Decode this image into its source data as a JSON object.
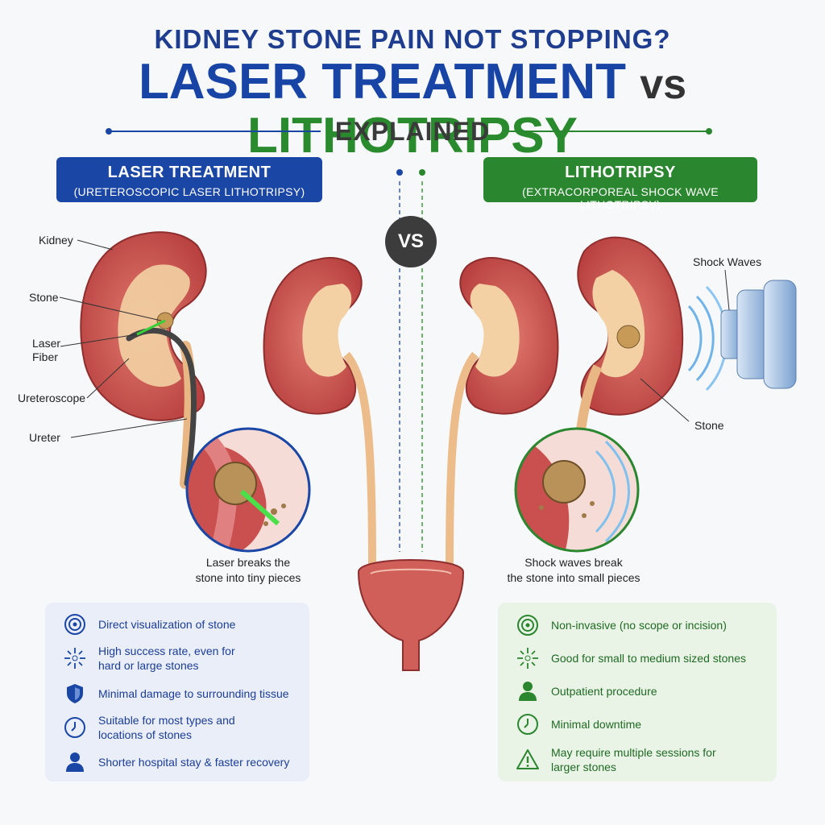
{
  "header": {
    "subtitle": "KIDNEY STONE PAIN NOT STOPPING?",
    "title_left": "LASER TREATMENT",
    "title_vs": "vs",
    "title_right": "LITHOTRIPSY",
    "explained": "EXPLAINED"
  },
  "colors": {
    "laser": "#1a46a6",
    "lithotripsy": "#2a862f",
    "kidney": "#c9504e",
    "pelvis": "#f0c89a"
  },
  "left": {
    "banner_title": "LASER TREATMENT",
    "banner_subtitle": "(URETEROSCOPIC LASER LITHOTRIPSY)",
    "labels": {
      "kidney": "Kidney",
      "stone": "Stone",
      "laser_fiber_1": "Laser",
      "laser_fiber_2": "Fiber",
      "ureteroscope": "Ureteroscope",
      "ureter": "Ureter"
    },
    "caption_1": "Laser breaks the",
    "caption_2": "stone into tiny pieces",
    "benefits": [
      {
        "icon": "target-icon",
        "line1": "Direct visualization of stone",
        "line2": ""
      },
      {
        "icon": "burst-icon",
        "line1": "High success rate, even for",
        "line2": "hard or large stones"
      },
      {
        "icon": "shield-icon",
        "line1": "Minimal damage to surrounding tissue",
        "line2": ""
      },
      {
        "icon": "clock-icon",
        "line1": "Suitable for most types and",
        "line2": "locations of stones"
      },
      {
        "icon": "person-icon",
        "line1": "Shorter hospital stay & faster recovery",
        "line2": ""
      }
    ]
  },
  "vs_badge": "VS",
  "right": {
    "banner_title": "LITHOTRIPSY",
    "banner_subtitle": "(EXTRACORPOREAL SHOCK WAVE LITHOTRIPSY)",
    "labels": {
      "shock_waves": "Shock Waves",
      "stone": "Stone"
    },
    "caption_1": "Shock waves break",
    "caption_2": "the stone into small pieces",
    "benefits": [
      {
        "icon": "target-icon",
        "line1": "Non-invasive (no scope or incision)",
        "line2": ""
      },
      {
        "icon": "burst-icon",
        "line1": "Good for small to medium sized stones",
        "line2": ""
      },
      {
        "icon": "people-icon",
        "line1": "Outpatient procedure",
        "line2": ""
      },
      {
        "icon": "clock-icon",
        "line1": "Minimal downtime",
        "line2": ""
      },
      {
        "icon": "warning-icon",
        "line1": "May require multiple sessions for",
        "line2": "larger stones"
      }
    ]
  }
}
